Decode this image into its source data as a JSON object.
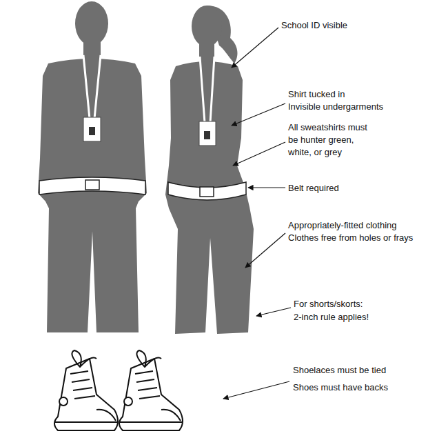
{
  "diagram": {
    "labels": [
      "School ID visible",
      "Shirt tucked in",
      "Invisible undergarments",
      "All sweatshirts must be hunter green, white, or grey",
      "Belt required",
      "Appropriately-fitted clothing",
      "Clothes free from holes or frays",
      "For shorts/skorts:",
      "2-inch rule applies!",
      "Shoelaces must be tied",
      "Shoes must have backs"
    ]
  }
}
